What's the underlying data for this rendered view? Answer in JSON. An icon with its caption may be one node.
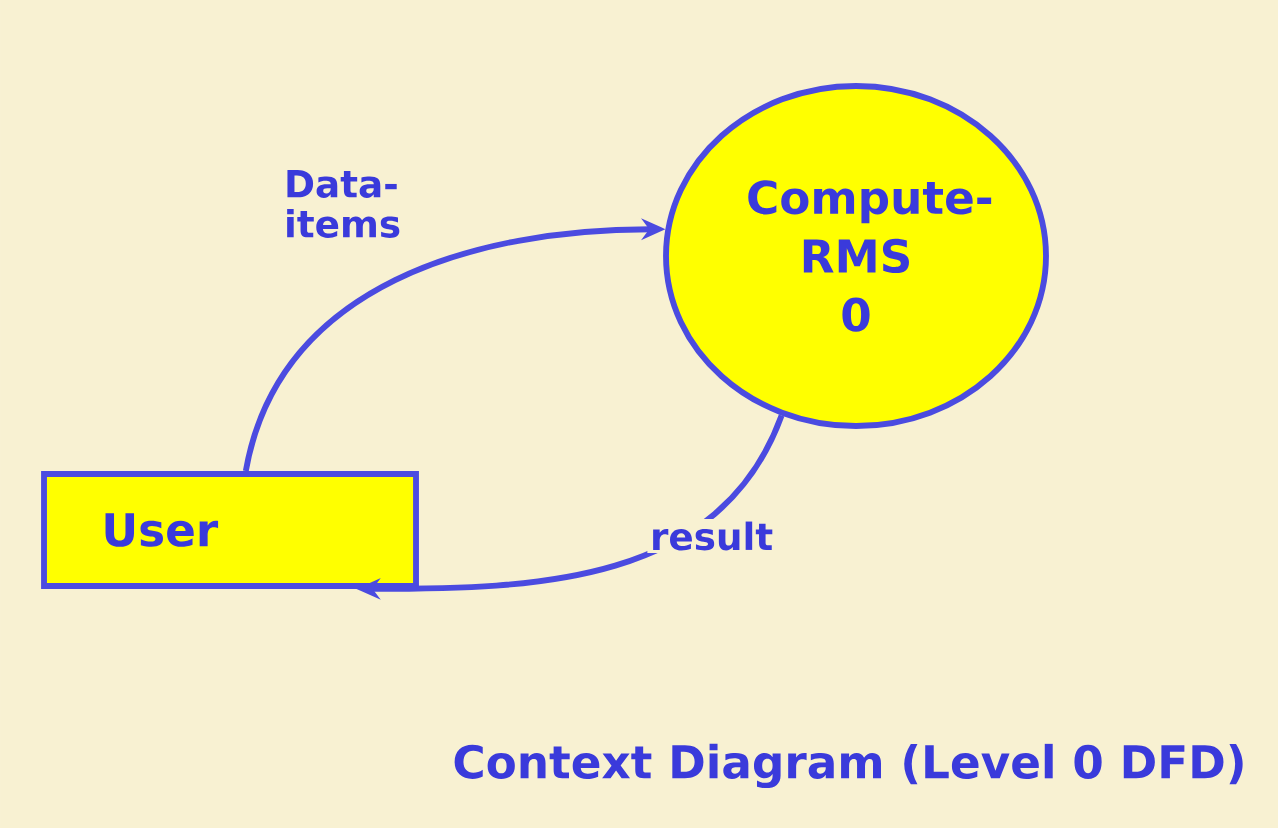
{
  "diagram": {
    "caption": "Context Diagram (Level 0 DFD)",
    "nodes": [
      {
        "text": [
          "User"
        ]
      },
      {
        "text": [
          "Compute- RMS",
          "0"
        ]
      }
    ],
    "edges": [
      {
        "from": 0,
        "to": 1,
        "arrow": "to",
        "label": "Data- items"
      },
      {
        "from": 1,
        "to": 0,
        "arrow": "to",
        "label": "result"
      }
    ]
  }
}
